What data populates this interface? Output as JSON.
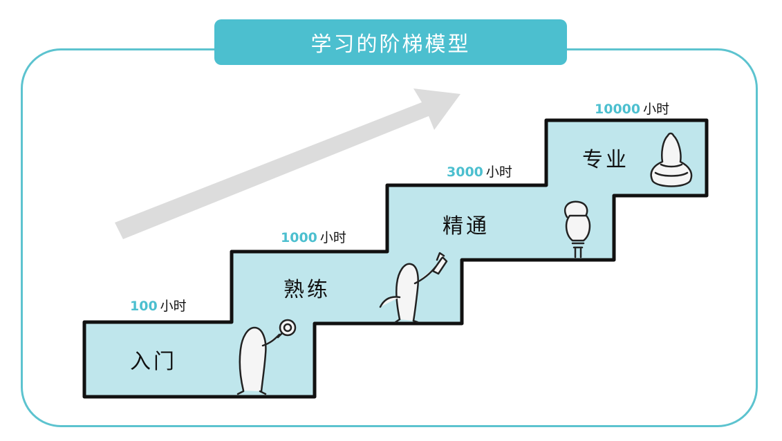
{
  "title": "学习的阶梯模型",
  "colors": {
    "accent": "#4cbfcf",
    "step_fill": "#bfe6ec",
    "outline": "#111111",
    "arrow": "#dcdcdc",
    "figure": "#f5f5f5"
  },
  "steps": [
    {
      "label": "入门",
      "hours_value": "100",
      "hours_unit": "小时",
      "figure_icon": "magnifier-figure-icon"
    },
    {
      "label": "熟练",
      "hours_value": "1000",
      "hours_unit": "小时",
      "figure_icon": "torch-figure-icon"
    },
    {
      "label": "精通",
      "hours_value": "3000",
      "hours_unit": "小时",
      "figure_icon": "lightbulb-figure-icon"
    },
    {
      "label": "专业",
      "hours_value": "10000",
      "hours_unit": "小时",
      "figure_icon": "meditating-figure-icon"
    }
  ],
  "arrow_icon": "upward-arrow-icon"
}
